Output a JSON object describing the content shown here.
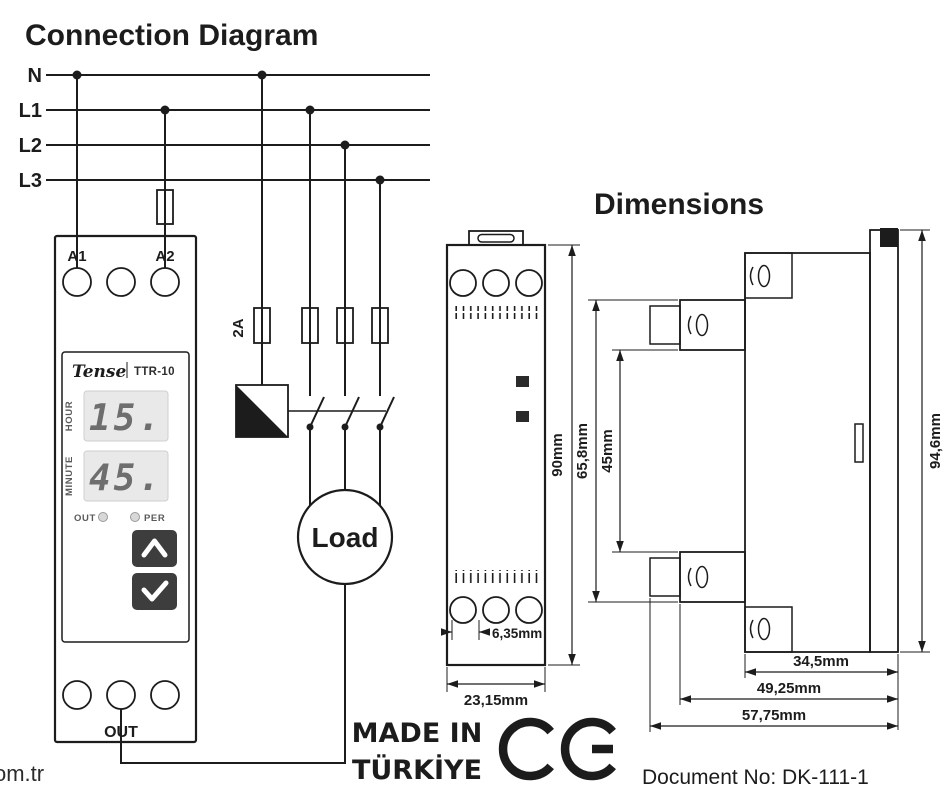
{
  "titles": {
    "connection": "Connection Diagram",
    "dimensions": "Dimensions"
  },
  "power_rails": {
    "n": "N",
    "l1": "L1",
    "l2": "L2",
    "l3": "L3"
  },
  "device": {
    "terminal_a1": "A1",
    "terminal_a2": "A2",
    "brand": "Tense",
    "model": "TTR-10",
    "hour_label": "HOUR",
    "hour_value": "15.",
    "minute_label": "MINUTE",
    "minute_value": "45.",
    "out_led_label": "OUT",
    "per_led_label": "PER",
    "out_terminal_label": "OUT"
  },
  "circuit": {
    "control_fuse_label": "2A",
    "load_label": "Load"
  },
  "dimensions": {
    "front_width": "23,15mm",
    "terminal_pitch": "6,35mm",
    "body_height": "90mm",
    "terminal_span": "65,8mm",
    "inner_span": "45mm",
    "total_height": "94,6mm",
    "depth_body": "34,5mm",
    "depth_mid": "49,25mm",
    "depth_total": "57,75mm"
  },
  "footer": {
    "made_in_line1": "MADE IN",
    "made_in_line2": "TÜRKİYE",
    "document_no": "Document No: DK-111-1",
    "partial_url": "om.tr"
  },
  "icons": {
    "ce_mark": "ce-mark-icon",
    "up_button": "chevron-up-icon",
    "confirm_button": "check-icon"
  },
  "colors": {
    "ink": "#1c1c1c",
    "display_bg": "#e9e9e9",
    "segment_digit": "#6e6e6e",
    "button_bg": "#3d3d3d",
    "led_off": "#d8d8d8"
  }
}
